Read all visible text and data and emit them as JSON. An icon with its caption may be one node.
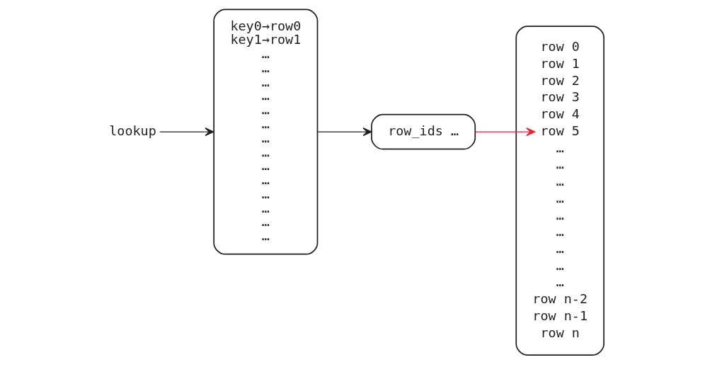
{
  "diagram": {
    "nodes": [
      {
        "text": [
          "lookup"
        ]
      },
      {
        "text": [
          "key0→row0",
          "key1→row1",
          "…",
          "…",
          "…",
          "…",
          "…",
          "…",
          "…",
          "…",
          "…",
          "…",
          "…",
          "…",
          "…",
          "…"
        ]
      },
      {
        "text": [
          "row_ids …"
        ]
      },
      {
        "text": [],
        "shape": "box"
      },
      {
        "text": [
          "row 0"
        ],
        "in": 3
      },
      {
        "text": [
          "row 1"
        ],
        "in": 3
      },
      {
        "text": [
          "row 2"
        ],
        "in": 3
      },
      {
        "text": [
          "row 3"
        ],
        "in": 3
      },
      {
        "text": [
          "row 4"
        ],
        "in": 3
      },
      {
        "text": [
          "row 5"
        ],
        "in": 3
      },
      {
        "text": [
          "…"
        ],
        "in": 3
      },
      {
        "text": [
          "…"
        ],
        "in": 3
      },
      {
        "text": [
          "…"
        ],
        "in": 3
      },
      {
        "text": [
          "…"
        ],
        "in": 3
      },
      {
        "text": [
          "…"
        ],
        "in": 3
      },
      {
        "text": [
          "…"
        ],
        "in": 3
      },
      {
        "text": [
          "…"
        ],
        "in": 3
      },
      {
        "text": [
          "…"
        ],
        "in": 3
      },
      {
        "text": [
          "…"
        ],
        "in": 3
      },
      {
        "text": [
          "row n-2"
        ],
        "in": 3
      },
      {
        "text": [
          "row n-1"
        ],
        "in": 3
      },
      {
        "text": [
          "row n"
        ],
        "in": 3
      }
    ],
    "edges": [
      {
        "from": 0,
        "to": 1,
        "arrow": "to"
      },
      {
        "from": 1,
        "to": 2,
        "arrow": "to"
      },
      {
        "from": 2,
        "to": 9,
        "arrow": "to",
        "color": "#e8212b"
      }
    ]
  }
}
